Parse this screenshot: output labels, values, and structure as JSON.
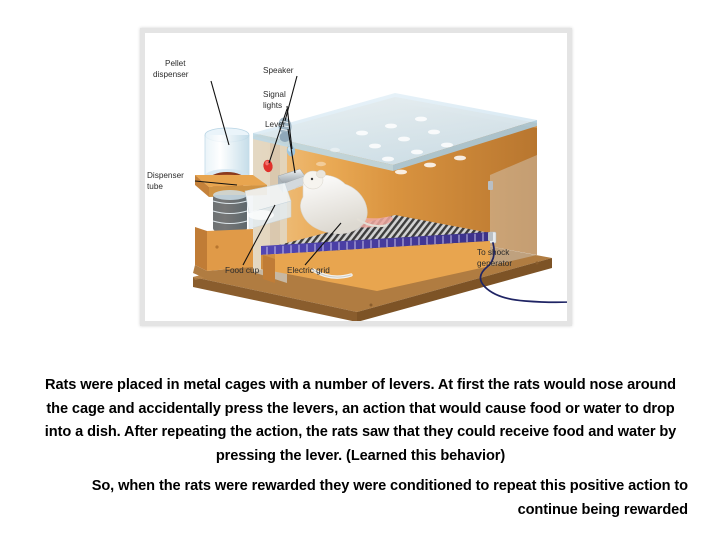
{
  "slide": {
    "background_color": "#ffffff"
  },
  "figure": {
    "name": "skinner-box-diagram",
    "alt_title": "Operant conditioning chamber (Skinner box) with rat",
    "frame_color": "#e4e4e4",
    "background_color": "#ffffff",
    "colors": {
      "wood_base": "#9c6b36",
      "wood_base_top": "#b07c41",
      "cage_wall": "#e8a54f",
      "cage_wall_dark": "#c4813a",
      "cage_wall_light": "#f0c07e",
      "glass": "#d9e9f3",
      "glass_edge": "#b8d4e4",
      "grid_bar": "#4a3fa0",
      "signal_light_red": "#e0312b",
      "signal_light_blue": "#8fb8d6",
      "rat_body": "#f2f0ea",
      "wire": "#1f2464",
      "lever_metal": "#c9cfd4",
      "pellet": "#8a3a1e",
      "label_text": "#2b2b2b"
    },
    "labels": [
      {
        "id": "pellet-dispenser",
        "text_lines": [
          "Pellet",
          "dispenser"
        ]
      },
      {
        "id": "dispenser-tube",
        "text_lines": [
          "Dispenser",
          "tube"
        ]
      },
      {
        "id": "speaker",
        "text_lines": [
          "Speaker"
        ]
      },
      {
        "id": "signal-lights",
        "text_lines": [
          "Signal",
          "lights"
        ]
      },
      {
        "id": "lever",
        "text_lines": [
          "Lever"
        ]
      },
      {
        "id": "food-cup",
        "text_lines": [
          "Food cup"
        ]
      },
      {
        "id": "electric-grid",
        "text_lines": [
          "Electric grid"
        ]
      },
      {
        "id": "shock-generator",
        "text_lines": [
          "To shock",
          "generator"
        ]
      }
    ]
  },
  "caption": {
    "paragraph_1": "Rats were placed in metal cages with a number of levers. At first the rats would nose around the cage and accidentally press the levers, an action that would cause food or water to drop into a dish. After repeating the action, the rats saw that they could receive food and water by pressing the lever. (Learned this behavior)",
    "paragraph_2": "So, when the rats were rewarded they were conditioned to repeat this positive action to continue being rewarded"
  }
}
